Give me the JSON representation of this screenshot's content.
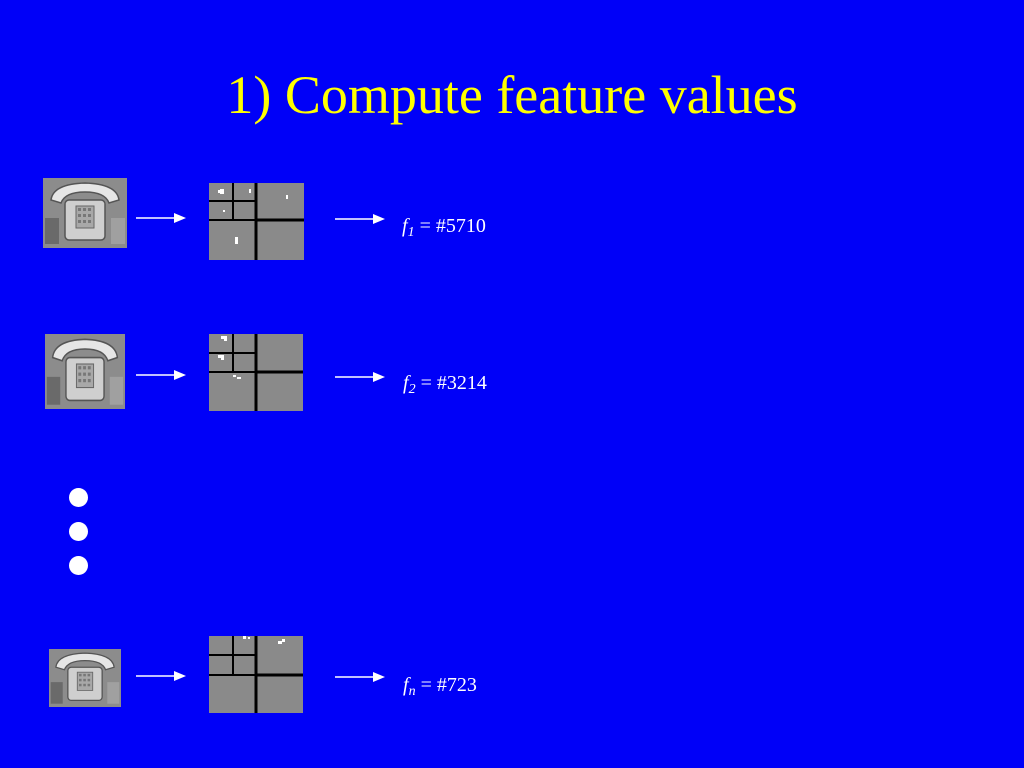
{
  "slide": {
    "title": "1) Compute feature values"
  },
  "rows": [
    {
      "function_symbol": "f",
      "subscript": "1",
      "equals": "=",
      "value": "#5710",
      "image_icon": "telephone-image-icon",
      "feature_icon": "haar-feature-grid-icon"
    },
    {
      "function_symbol": "f",
      "subscript": "2",
      "equals": "=",
      "value": "#3214",
      "image_icon": "telephone-image-icon",
      "feature_icon": "haar-feature-grid-icon"
    },
    {
      "function_symbol": "f",
      "subscript": "n",
      "equals": "=",
      "value": "#723",
      "image_icon": "telephone-image-icon",
      "feature_icon": "haar-feature-grid-icon"
    }
  ],
  "colors": {
    "background": "#0000f8",
    "title": "#ffff00",
    "text": "#ffffff",
    "thumbnail_gray": "#888888"
  }
}
